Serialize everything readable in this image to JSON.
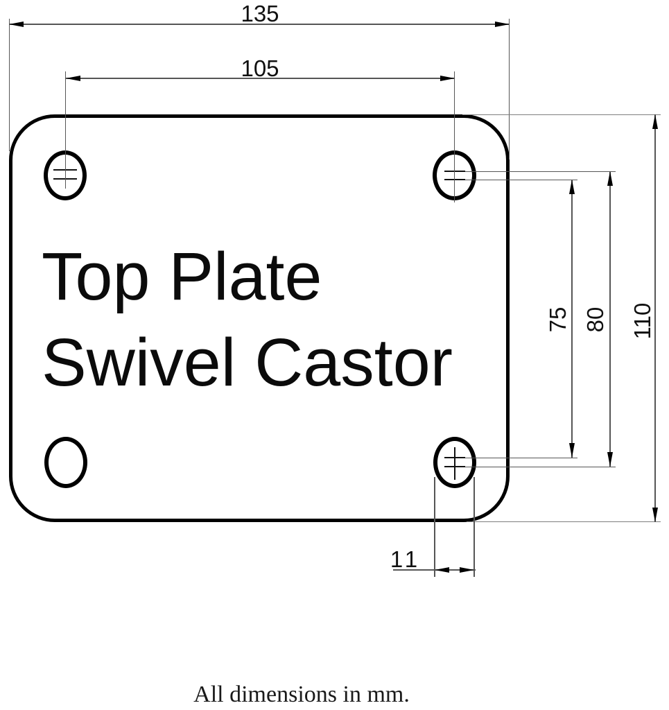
{
  "drawing": {
    "title": {
      "line1": "Top Plate",
      "line2": "Swivel Castor"
    },
    "caption": "All dimensions in mm.",
    "dimensions": {
      "overall_width": "135",
      "bolt_hole_spacing_width": "105",
      "bolt_hole_spacing_height_inner": "75",
      "bolt_hole_spacing_height_outer": "80",
      "overall_height": "110",
      "slot_width": "11"
    },
    "colors": {
      "background": "#ffffff",
      "outline": "#000000",
      "thin_line": "#555555"
    }
  }
}
